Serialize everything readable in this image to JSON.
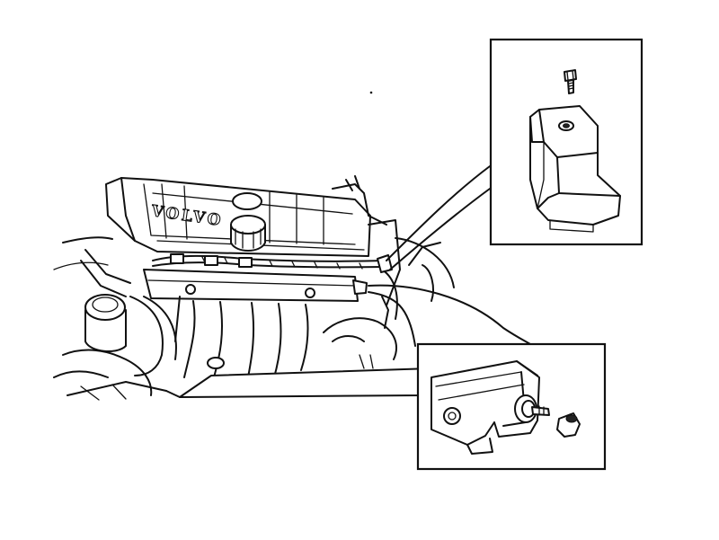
{
  "figure": {
    "engine_logo_text": "VOLVO",
    "colors": {
      "line": "#111111",
      "background": "#ffffff"
    },
    "callouts": [
      {
        "id": "upper",
        "subject": "connector-cover-with-bolt"
      },
      {
        "id": "lower",
        "subject": "fuel-rail-end-with-plug"
      }
    ]
  }
}
